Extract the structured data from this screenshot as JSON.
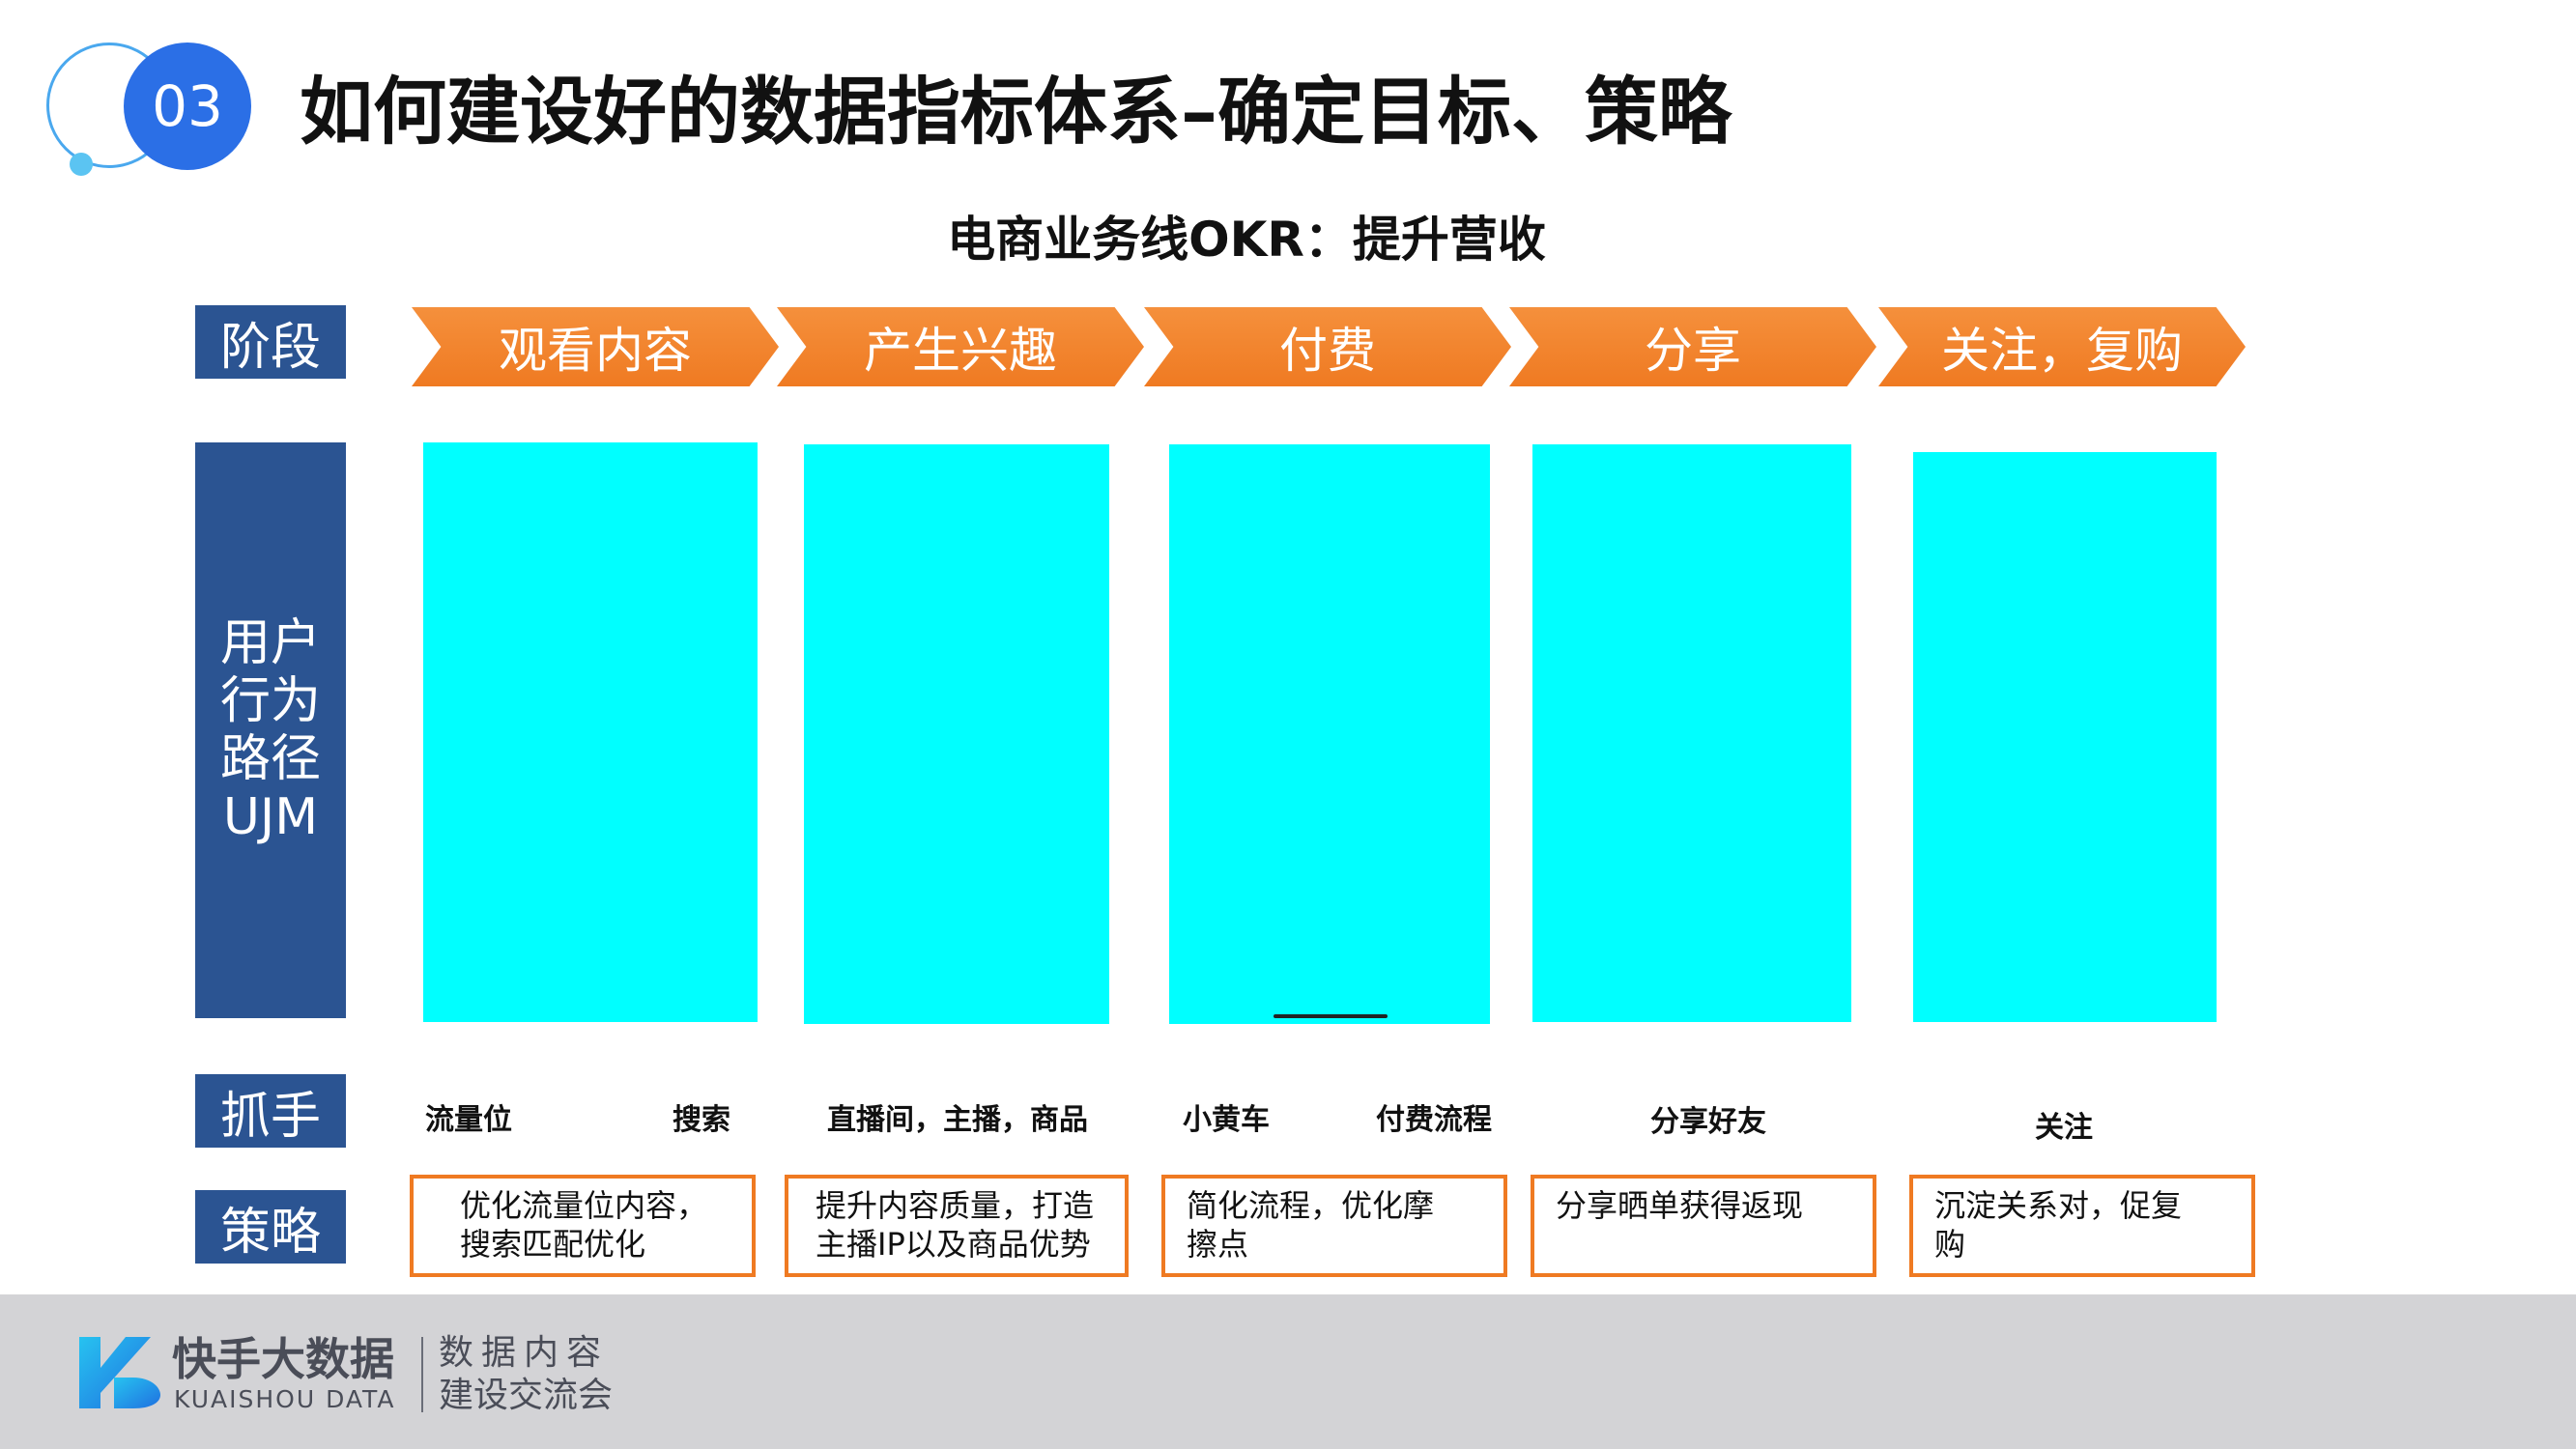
{
  "header": {
    "badge_number": "03",
    "title": "如何建设好的数据指标体系–确定目标、策略",
    "okr": "电商业务线OKR：提升营收"
  },
  "row_labels": {
    "stage": "阶段",
    "ujm": [
      "用户",
      "行为",
      "路径",
      "UJM"
    ],
    "lever": "抓手",
    "strategy": "策略"
  },
  "stages": [
    "观看内容",
    "产生兴趣",
    "付费",
    "分享",
    "关注，复购"
  ],
  "levers": [
    "流量位",
    "搜索",
    "直播间，主播，商品",
    "小黄车",
    "付费流程",
    "分享好友",
    "关注"
  ],
  "strategies": [
    [
      "优化流量位内容，",
      "搜索匹配优化"
    ],
    [
      "提升内容质量，打造",
      "主播IP以及商品优势"
    ],
    [
      "简化流程，优化摩",
      "擦点"
    ],
    [
      "分享晒单获得返现"
    ],
    [
      "沉淀关系对，促复",
      "购"
    ]
  ],
  "footer": {
    "brand_cn": "快手大数据",
    "brand_en": "KUAISHOU DATA",
    "tagline_1": "数据内容",
    "tagline_2": "建设交流会"
  },
  "colors": {
    "row_label_bg": "#2b5492",
    "chevron": "#ef7a22",
    "strategy_border": "#ef7a22",
    "badge": "#2b6fe6",
    "panel": "#00ffff",
    "footer_bg": "#d3d3d6"
  }
}
